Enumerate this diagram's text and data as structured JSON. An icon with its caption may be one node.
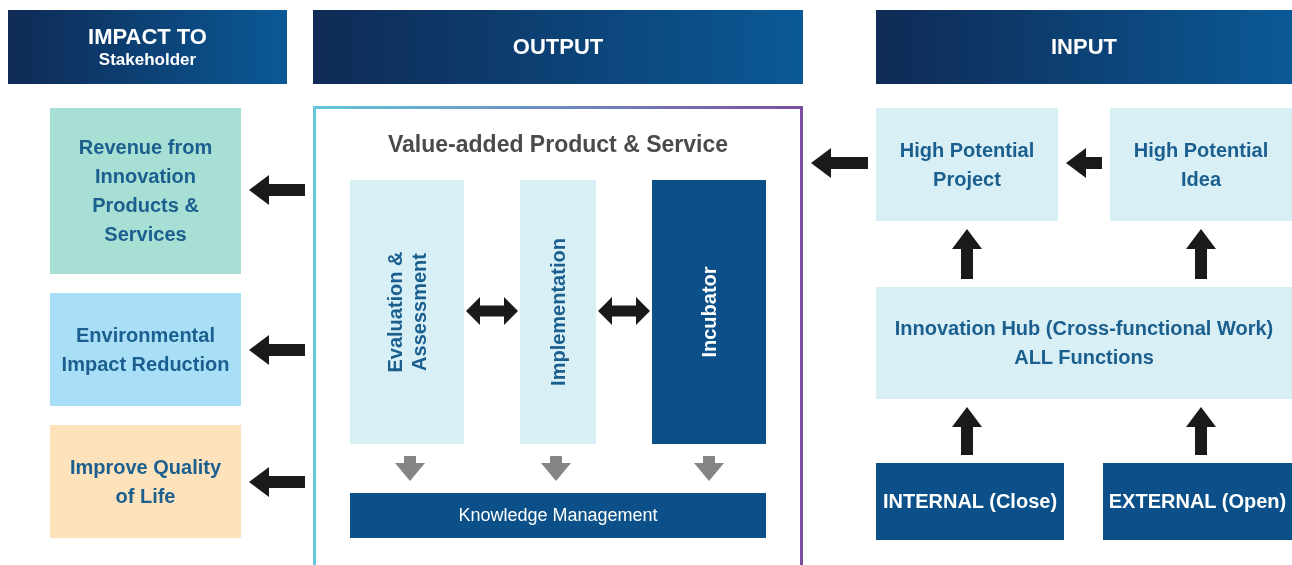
{
  "diagram": {
    "nodes": [
      {
        "text": [
          "IMPACT TO",
          "Stakeholder"
        ]
      },
      {
        "text": [
          "OUTPUT"
        ]
      },
      {
        "text": [
          "INPUT"
        ]
      },
      {
        "text": [
          "Revenue from Innovation Products & Services"
        ]
      },
      {
        "text": [
          "Environmental Impact Reduction"
        ]
      },
      {
        "text": [
          "Improve Quality of Life"
        ]
      },
      {
        "text": [
          "Value-added Product & Service"
        ]
      },
      {
        "text": [
          "Evaluation & Assessment"
        ],
        "in": 6
      },
      {
        "text": [
          "Implementation"
        ],
        "in": 6
      },
      {
        "text": [
          "Incubator"
        ],
        "in": 6
      },
      {
        "text": [
          "Knowledge Management"
        ],
        "in": 6
      },
      {
        "text": [
          "High Potential Project"
        ]
      },
      {
        "text": [
          "High Potential Idea"
        ]
      },
      {
        "text": [
          "Innovation Hub (Cross-functional Work) ALL Functions"
        ]
      },
      {
        "text": [
          "INTERNAL (Close)"
        ]
      },
      {
        "text": [
          "EXTERNAL (Open)"
        ]
      }
    ],
    "edges": [
      {
        "from": 12,
        "to": 11,
        "arrow": "to"
      },
      {
        "from": 11,
        "to": 6,
        "arrow": "to"
      },
      {
        "from": 6,
        "to": 3,
        "arrow": "to"
      },
      {
        "from": 6,
        "to": 4,
        "arrow": "to"
      },
      {
        "from": 6,
        "to": 5,
        "arrow": "to"
      },
      {
        "from": 13,
        "to": 11,
        "arrow": "to"
      },
      {
        "from": 13,
        "to": 12,
        "arrow": "to"
      },
      {
        "from": 14,
        "to": 13,
        "arrow": "to"
      },
      {
        "from": 15,
        "to": 13,
        "arrow": "to"
      },
      {
        "from": 7,
        "to": 8,
        "arrow": "both"
      },
      {
        "from": 8,
        "to": 9,
        "arrow": "both"
      },
      {
        "from": 7,
        "to": 10,
        "arrow": "to",
        "color": "#858585"
      },
      {
        "from": 8,
        "to": 10,
        "arrow": "to",
        "color": "#858585"
      },
      {
        "from": 9,
        "to": 10,
        "arrow": "to",
        "color": "#858585"
      }
    ]
  }
}
